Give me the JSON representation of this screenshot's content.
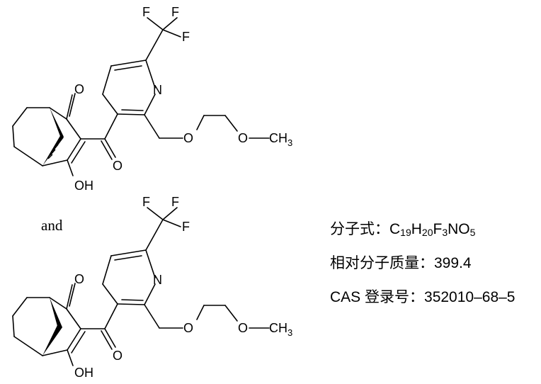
{
  "structures": [
    {
      "atoms": {
        "F1": "F",
        "F2": "F",
        "F3": "F",
        "O_ketone": "O",
        "N_ring": "N",
        "O_carbonyl": "O",
        "O_ether1": "O",
        "O_ether2": "O",
        "CH3": "CH",
        "CH3_sub": "3",
        "OH": "OH"
      }
    },
    {
      "atoms": {
        "F1": "F",
        "F2": "F",
        "F3": "F",
        "O_ketone": "O",
        "N_ring": "N",
        "O_carbonyl": "O",
        "O_ether1": "O",
        "O_ether2": "O",
        "CH3": "CH",
        "CH3_sub": "3",
        "OH": "OH"
      }
    }
  ],
  "connector": "and",
  "info": {
    "formula_label": "分子式：",
    "formula_parts": [
      "C",
      "19",
      "H",
      "20",
      "F",
      "3",
      "NO",
      "5"
    ],
    "mass_label": "相对分子质量：",
    "mass_value": "399.4",
    "cas_label": "CAS 登录号：",
    "cas_value": "352010–68–5"
  }
}
